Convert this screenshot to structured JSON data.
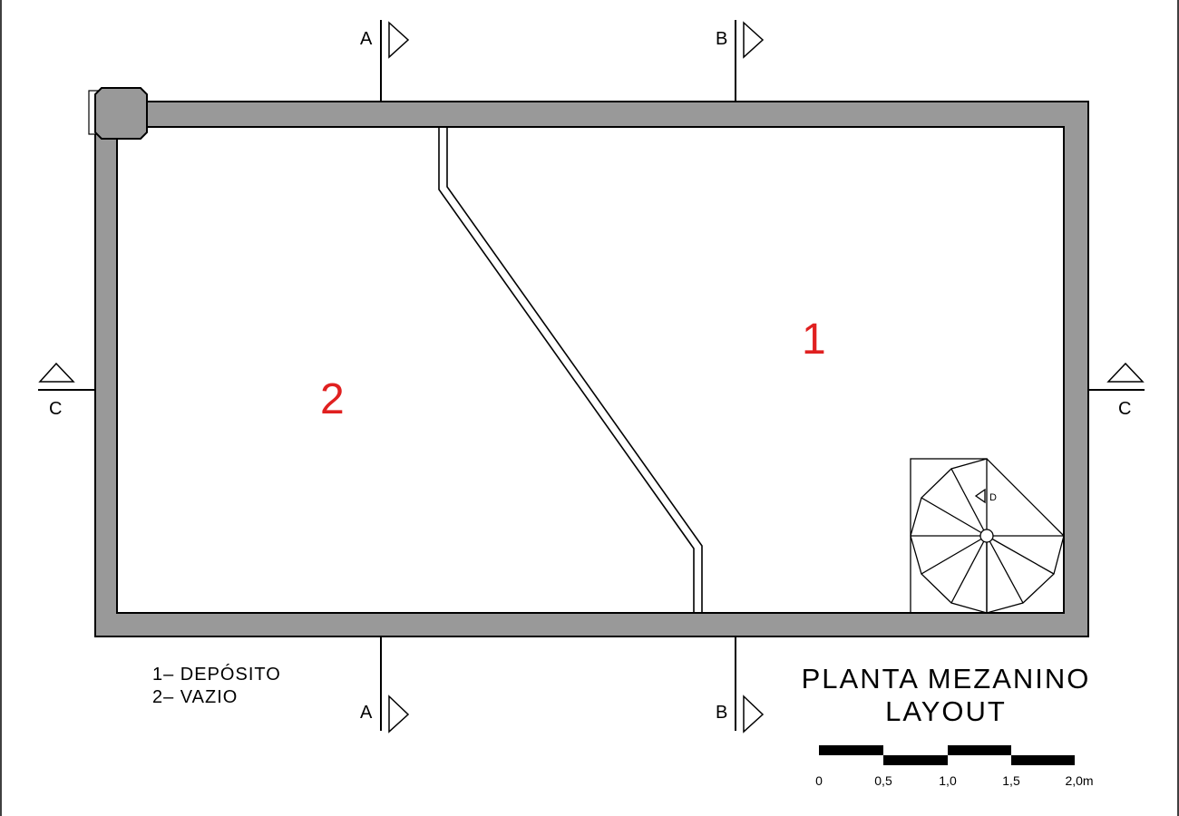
{
  "drawing": {
    "title_line1": "PLANTA  MEZANINO",
    "title_line2": "LAYOUT",
    "rooms": [
      {
        "number": "1"
      },
      {
        "number": "2"
      }
    ],
    "legend": [
      {
        "text": "1–  DEPÓSITO"
      },
      {
        "text": "2–  VAZIO"
      }
    ],
    "section_marks": {
      "a": "A",
      "b": "B",
      "c": "C",
      "d": "D"
    },
    "scale_bar": {
      "labels": [
        "0",
        "0,5",
        "1,0",
        "1,5",
        "2,0m"
      ]
    },
    "colors": {
      "wall": "#999999",
      "room_number": "#e02020",
      "line": "#000000"
    }
  }
}
